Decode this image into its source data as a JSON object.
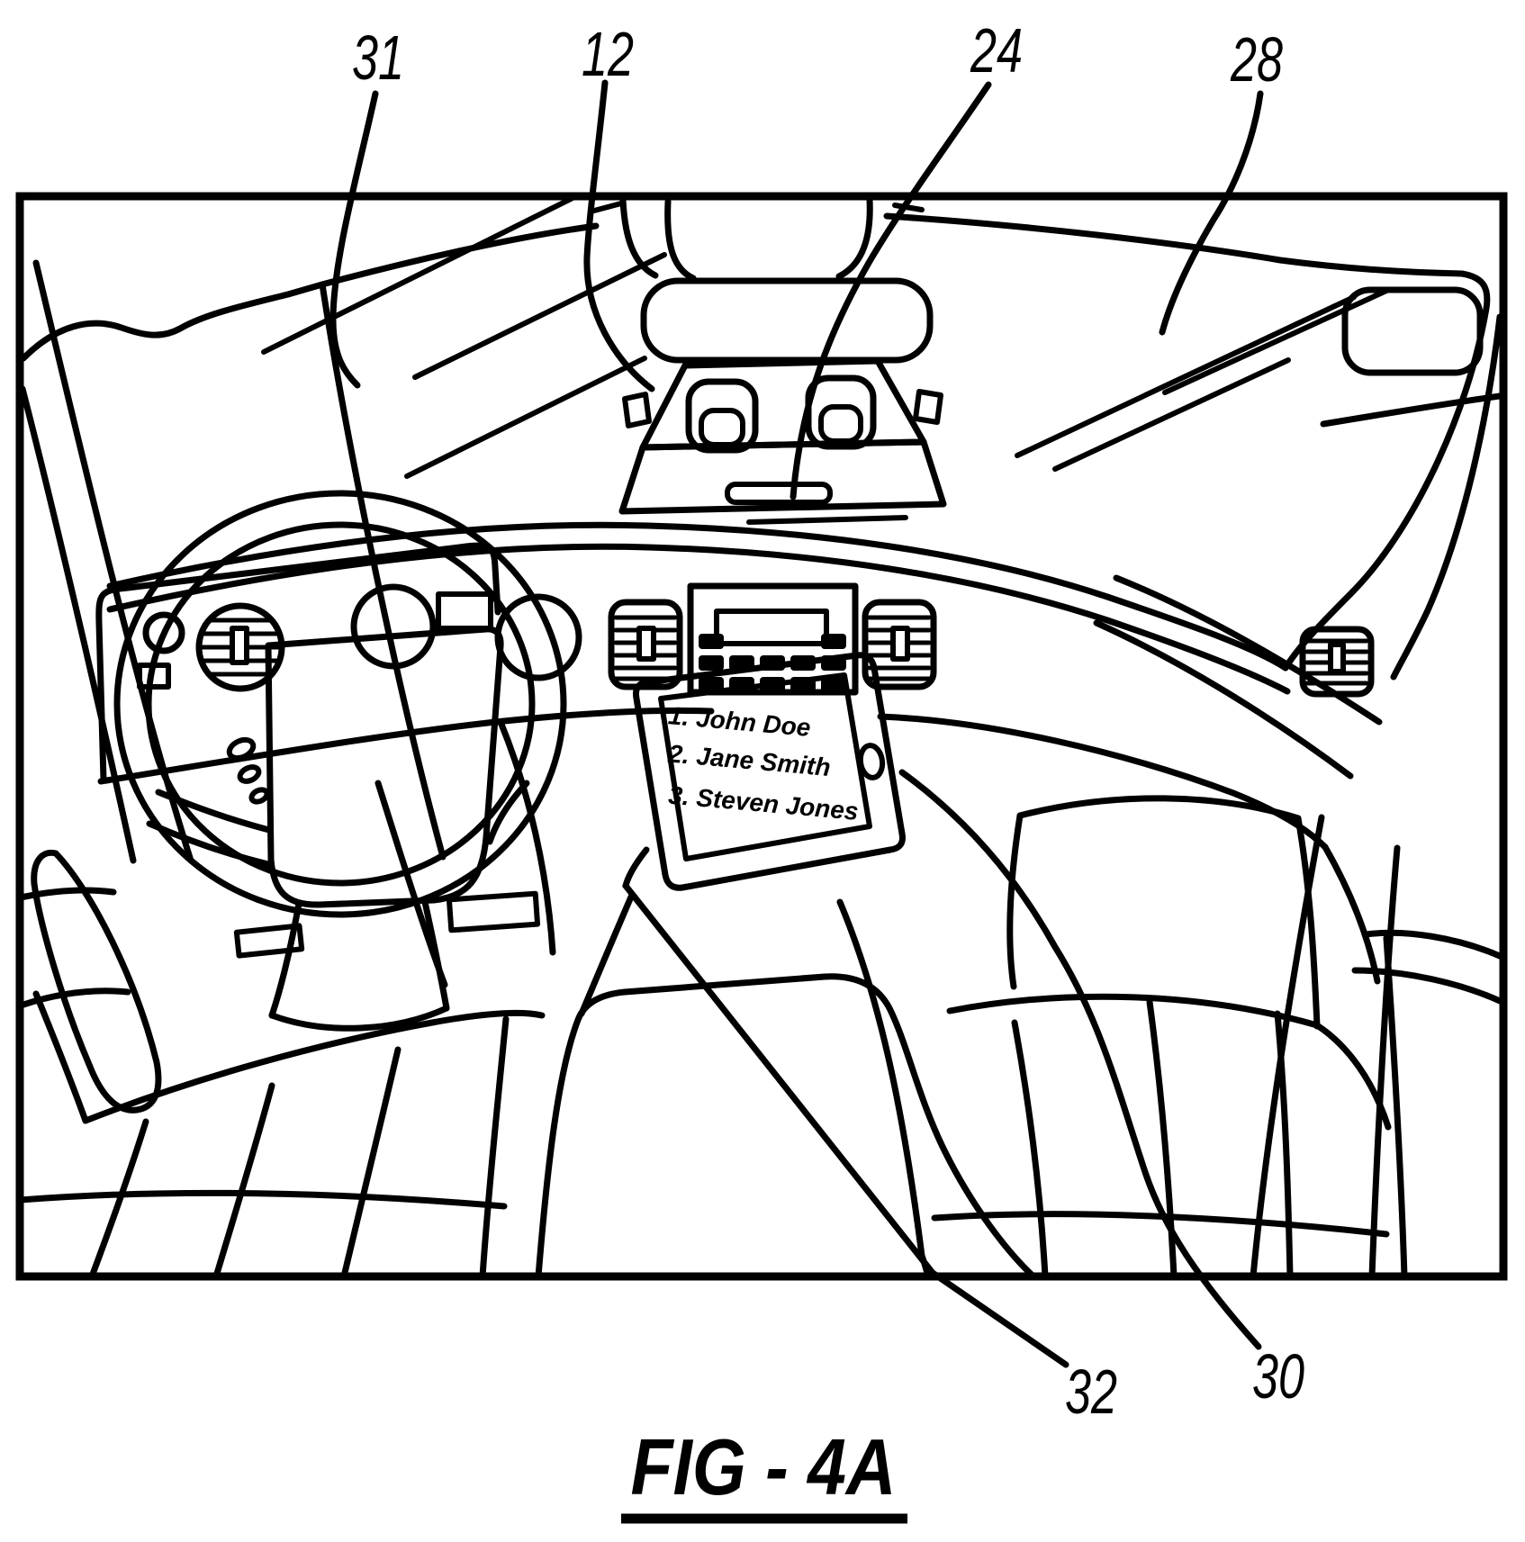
{
  "figure": {
    "caption": "FIG - 4A",
    "type": "patent-line-drawing",
    "scene": "vehicle interior with dashboard, steering wheel, rear-view mirror camera unit and mounted display tablet"
  },
  "refs": {
    "31": "31",
    "12": "12",
    "24": "24",
    "28": "28",
    "30": "30",
    "32": "32"
  },
  "tablet": {
    "line1": "1. John Doe",
    "line2": "2. Jane Smith",
    "line3": "3. Steven Jones"
  },
  "colors": {
    "ink": "#000000",
    "paper": "#ffffff"
  }
}
